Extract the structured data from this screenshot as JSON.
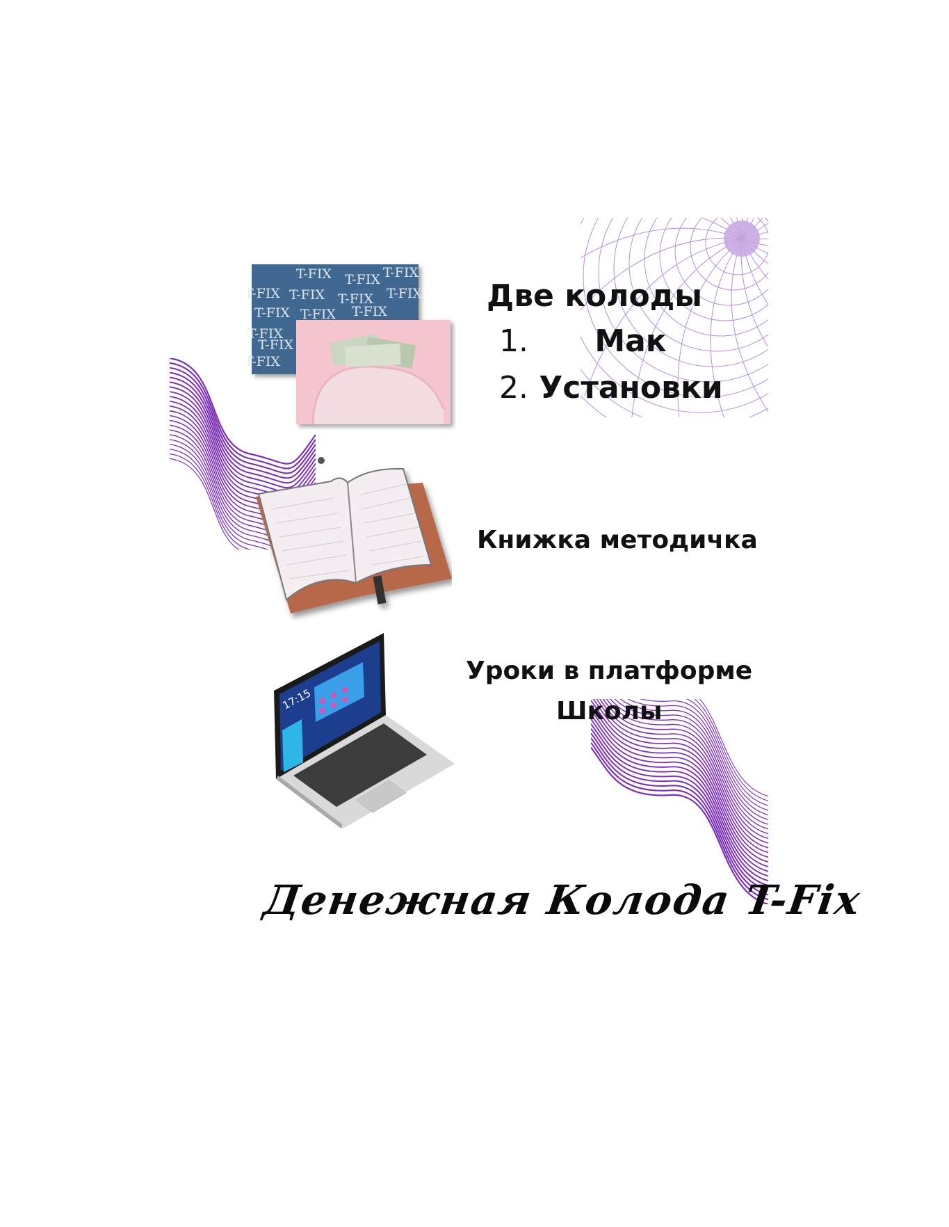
{
  "colors": {
    "accent_purple": "#7b2fb5",
    "light_purple": "#c4a6e2",
    "card_blue": "#3f6790",
    "card_pink": "#f7c5cf"
  },
  "decks": {
    "title": "Две колоды",
    "items": [
      {
        "num": "1.",
        "label": "Мак"
      },
      {
        "num": "2.",
        "label": "Установки"
      }
    ],
    "card_watermark": "T-FIX"
  },
  "book": {
    "label": "Книжка методичка"
  },
  "lessons": {
    "line1": "Уроки в платформе",
    "line2": "Школы",
    "laptop_clock": "17:15"
  },
  "footer": {
    "title": "Денежная Колода T-Fix"
  },
  "icons": [
    "sphere-pattern-icon",
    "wave-lines-icon",
    "card-deck-icon",
    "open-book-icon",
    "laptop-icon"
  ]
}
